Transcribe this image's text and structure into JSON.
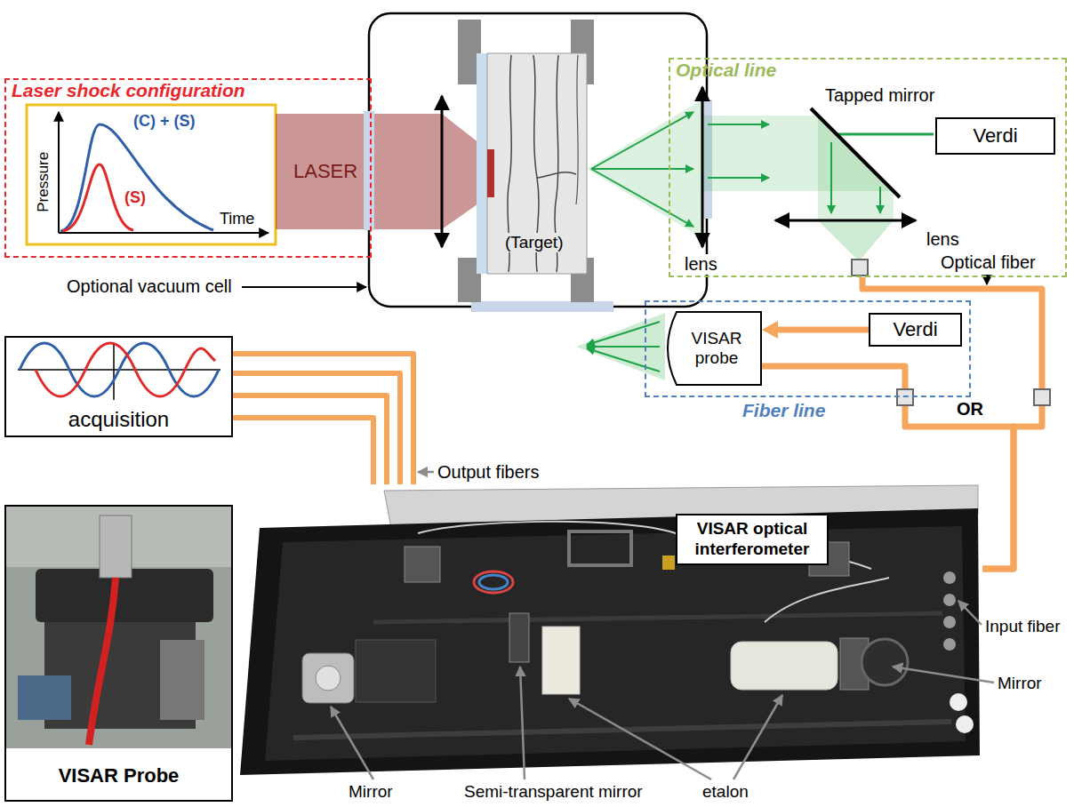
{
  "diagram": {
    "nodes": [
      {
        "text": [
          "Laser shock configuration"
        ]
      },
      {
        "text": [
          "Optical line"
        ]
      },
      {
        "text": [
          "Verdi"
        ],
        "in": 1
      },
      {
        "text": [
          "Fiber line"
        ]
      },
      {
        "text": [
          "VISAR probe"
        ],
        "in": 3
      },
      {
        "text": [
          "Verdi"
        ],
        "in": 3
      },
      {
        "text": [
          "acquisition"
        ]
      },
      {
        "text": [
          "VISAR optical interferometer"
        ]
      },
      {
        "text": [
          "VISAR Probe"
        ]
      }
    ],
    "edges": [
      {
        "from": 5,
        "to": 4,
        "arrow": "to"
      },
      {
        "from": 4,
        "to": 7,
        "arrow": "none"
      },
      {
        "from": 1,
        "to": 7,
        "arrow": "none"
      },
      {
        "from": 7,
        "to": 6,
        "arrow": "none"
      },
      {
        "from": 7,
        "to": 6,
        "arrow": "none"
      },
      {
        "from": 7,
        "to": 6,
        "arrow": "none"
      },
      {
        "from": 7,
        "to": 6,
        "arrow": "none"
      }
    ],
    "labels": [
      "Pressure",
      "Time",
      "(C) + (S)",
      "(S)",
      "LASER",
      "(Target)",
      "Optional vacuum cell",
      "Tapped mirror",
      "lens",
      "lens",
      "Optical fiber",
      "OR",
      "Output fibers",
      "Input fiber",
      "Mirror",
      "Mirror",
      "Semi-transparent mirror",
      "etalon"
    ]
  }
}
